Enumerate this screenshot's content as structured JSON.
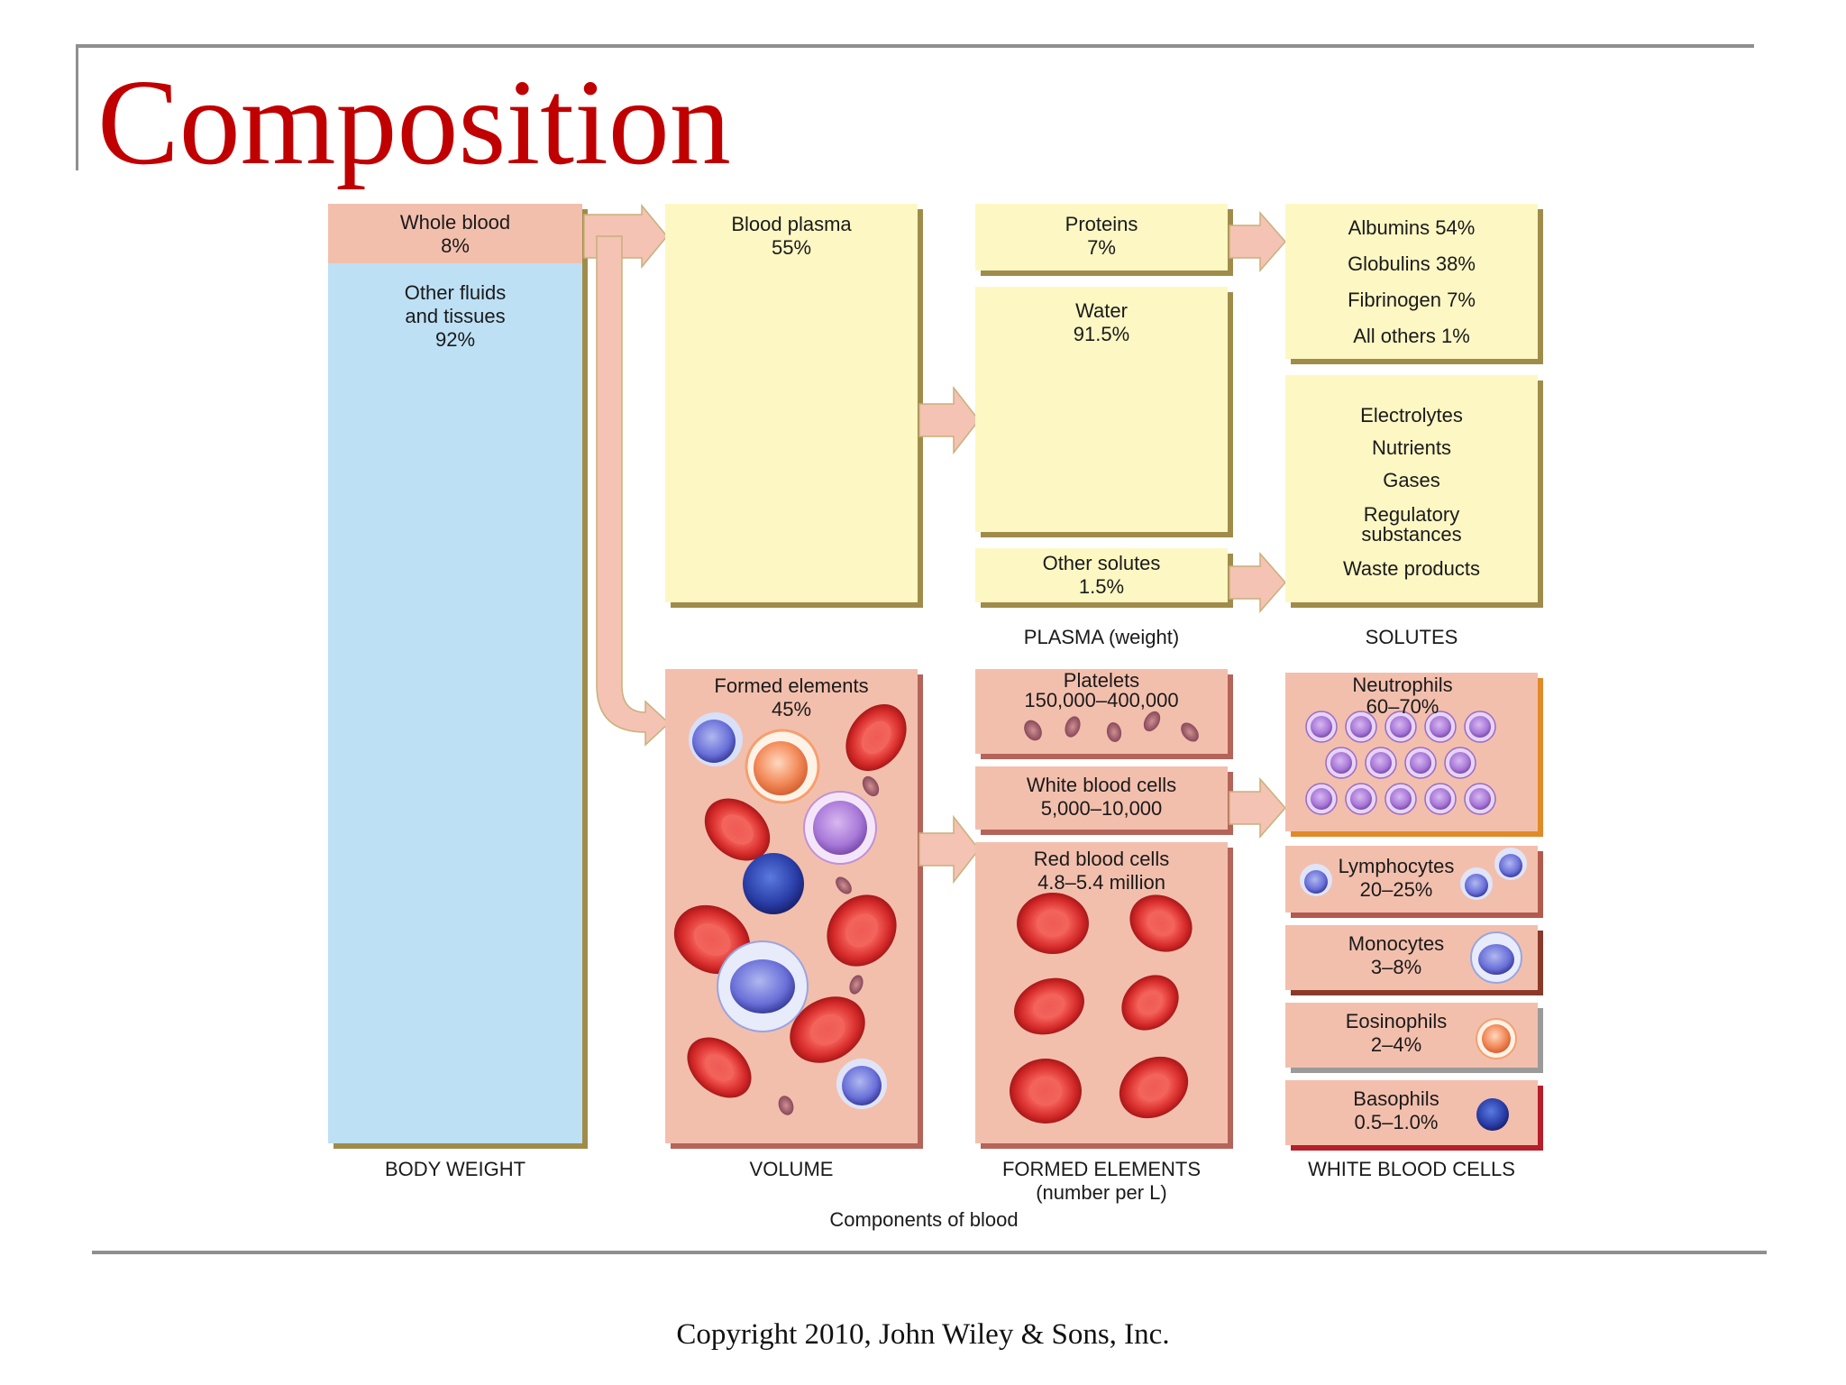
{
  "slide": {
    "title": "Composition",
    "copyright": "Copyright 2010, John Wiley & Sons, Inc."
  },
  "diagram": {
    "caption": "Components of blood",
    "columns": {
      "body_weight": "BODY WEIGHT",
      "volume": "VOLUME",
      "formed_elements": "FORMED ELEMENTS\n(number per   L)",
      "white_blood_cells": "WHITE BLOOD CELLS",
      "plasma": "PLASMA (weight)",
      "solutes": "SOLUTES"
    },
    "body_weight": {
      "whole_blood": "Whole blood\n8%",
      "other_fluids": "Other fluids\nand tissues\n92%"
    },
    "volume": {
      "blood_plasma": "Blood plasma\n55%",
      "formed_elements": "Formed elements\n45%"
    },
    "plasma": {
      "proteins": "Proteins\n7%",
      "water": "Water\n91.5%",
      "other_solutes": "Other solutes\n1.5%"
    },
    "solutes": {
      "proteins_list": [
        "Albumins 54%",
        "Globulins 38%",
        "Fibrinogen 7%",
        "All others 1%"
      ],
      "other_list": [
        "Electrolytes",
        "Nutrients",
        "Gases",
        "Regulatory\nsubstances",
        "Waste products"
      ]
    },
    "formed": {
      "platelets": "Platelets\n150,000–400,000",
      "wbc": "White blood cells\n5,000–10,000",
      "rbc": "Red blood cells\n4.8–5.4 million"
    },
    "wbc_types": {
      "neutrophils": "Neutrophils\n60–70%",
      "lymphocytes": "Lymphocytes\n20–25%",
      "monocytes": "Monocytes\n3–8%",
      "eosinophils": "Eosinophils\n2–4%",
      "basophils": "Basophils\n0.5–1.0%"
    },
    "colors": {
      "plasma_fill": "#fdf7c4",
      "cell_fill": "#f3bfad",
      "body_fill": "#bde0f5",
      "border": "#8a7a3e",
      "arrow": "#f4c3b3",
      "title_red": "#c00000"
    }
  }
}
